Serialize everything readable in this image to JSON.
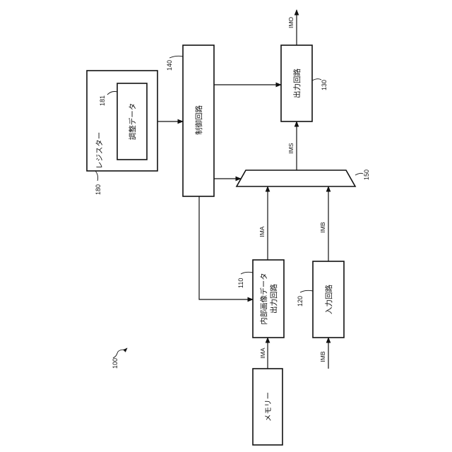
{
  "diagram": {
    "ref_100": "100",
    "memory": {
      "label": "メモリー"
    },
    "internal_output": {
      "line1": "内部画像データ",
      "line2": "出力回路",
      "ref": "110"
    },
    "input_circuit": {
      "label": "入力回路",
      "ref": "120"
    },
    "output_circuit": {
      "label": "出力回路",
      "ref": "130"
    },
    "control_circuit": {
      "label": "制御回路",
      "ref": "140"
    },
    "selector": {
      "ref": "150"
    },
    "register": {
      "label": "レジスター",
      "ref": "180"
    },
    "adjust_data": {
      "label": "調整データ",
      "ref": "181"
    },
    "signals": {
      "ima_in": "IMA",
      "ima_out": "IMA",
      "imb_in": "IMB",
      "imb_out": "IMB",
      "ims": "IMS",
      "imo": "IMO"
    }
  }
}
